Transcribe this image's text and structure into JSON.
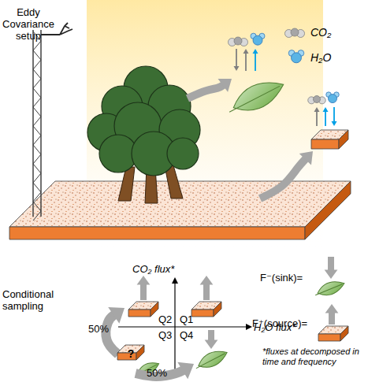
{
  "diagram": {
    "nodes": [
      {
        "text": [
          "?"
        ]
      }
    ],
    "labels": [
      "Eddy Covariance setup",
      "Conditional sampling",
      "CO₂ flux*",
      "H₂O flux*",
      "Q2",
      "Q1",
      "Q3",
      "Q4",
      "50%",
      "50%",
      "F⁻(sink)=",
      "F⁺(source)=",
      "*fluxes at decomposed in time and frequency"
    ],
    "legend": [
      {
        "text": "CO₂"
      },
      {
        "text": "H₂O"
      }
    ]
  }
}
